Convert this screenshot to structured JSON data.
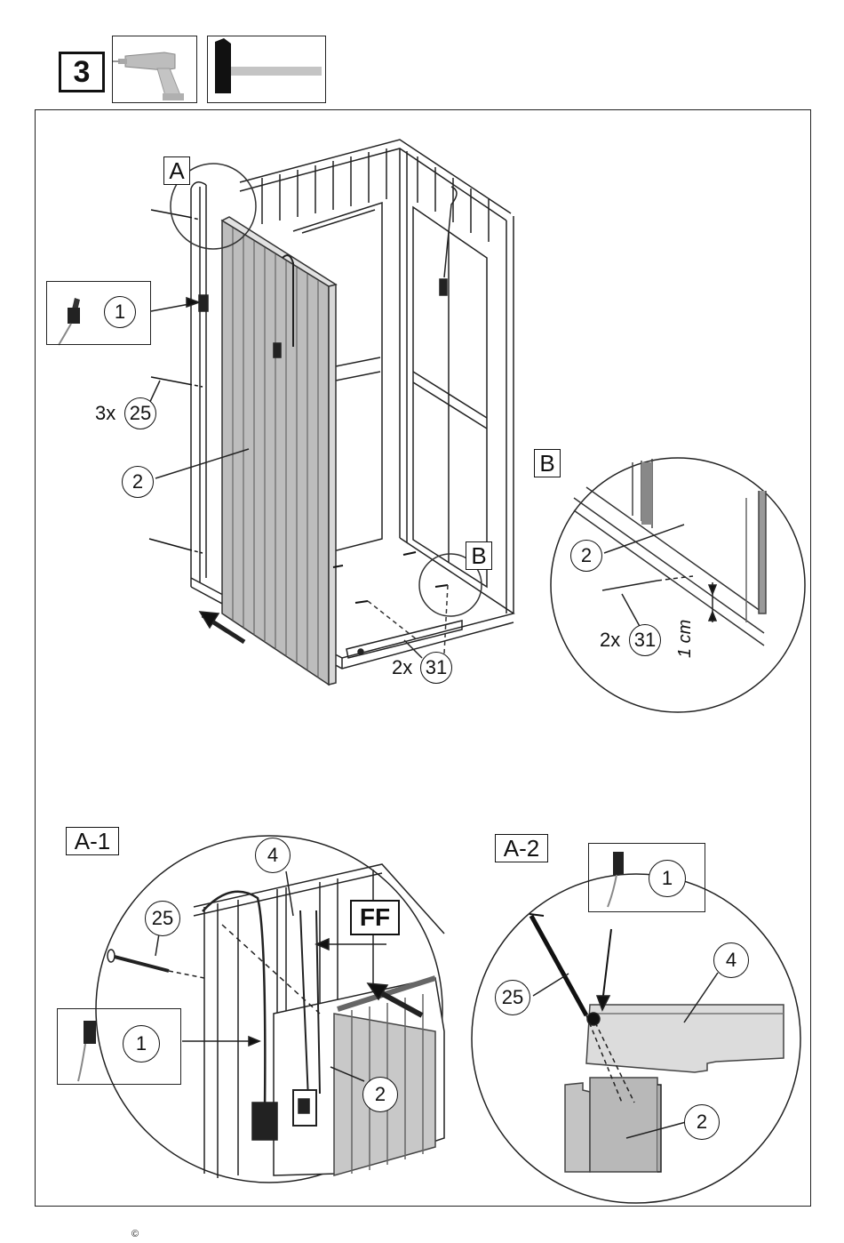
{
  "step": {
    "number": "3"
  },
  "tools": {
    "drill": "drill-icon",
    "hammer": "hammer-icon"
  },
  "detail_labels": {
    "a": "A",
    "b": "B",
    "a1": "A-1",
    "a2": "A-2"
  },
  "parts": {
    "connector": "1",
    "panel": "2",
    "beam": "4",
    "screw": "25",
    "nail": "31"
  },
  "quantities": {
    "screws": "3x",
    "nails": "2x"
  },
  "measure": "1 cm",
  "ff_label": "FF",
  "footer": {
    "copyright": "©"
  }
}
